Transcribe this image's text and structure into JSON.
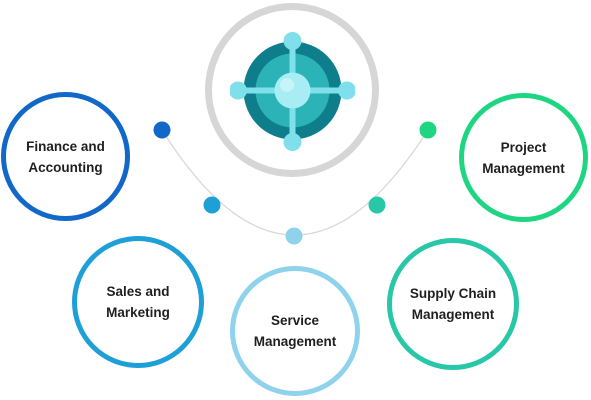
{
  "diagram": {
    "modules": [
      {
        "id": "finance",
        "label": "Finance and\nAccounting",
        "color": "#1268c9"
      },
      {
        "id": "sales",
        "label": "Sales and\nMarketing",
        "color": "#1e9fd8"
      },
      {
        "id": "service",
        "label": "Service\nManagement",
        "color": "#8fd2ec"
      },
      {
        "id": "supply",
        "label": "Supply Chain\nManagement",
        "color": "#27c7a7"
      },
      {
        "id": "project",
        "label": "Project\nManagement",
        "color": "#1ed682"
      }
    ],
    "connector_colors": [
      "#1268c9",
      "#1e9fd8",
      "#8fd2ec",
      "#27c7a7",
      "#1ed682"
    ],
    "hub": {
      "icon": "business-central-logo-icon",
      "ring_color": "#d6d6d6",
      "logo_colors": {
        "outer": "#0e7d8c",
        "inner": "#2bb3b8",
        "accent": "#7fe0ec"
      }
    }
  }
}
